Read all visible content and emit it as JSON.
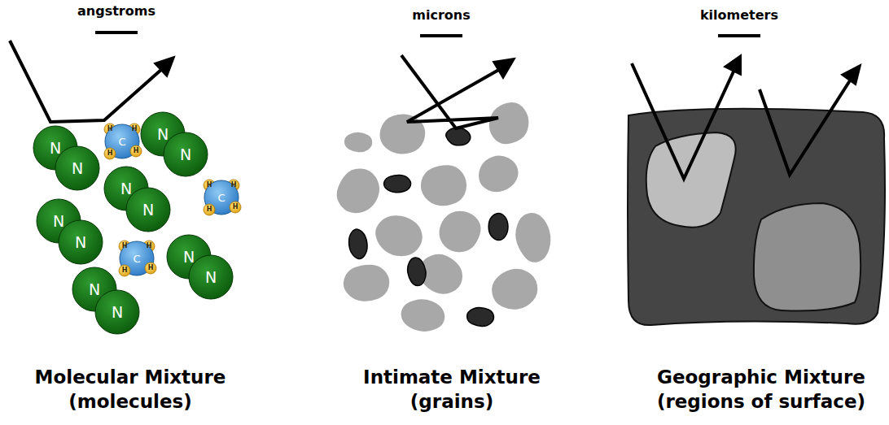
{
  "diagram": {
    "labels": [
      "angstroms",
      "microns",
      "kilometers",
      "N",
      "N",
      "N",
      "N",
      "N",
      "N",
      "N",
      "N",
      "N",
      "N",
      "N",
      "N",
      "C",
      "C",
      "C",
      "H",
      "H",
      "H",
      "H",
      "H",
      "H",
      "H",
      "H",
      "H",
      "H",
      "H",
      "H",
      "Molecular Mixture (molecules)",
      "Intimate Mixture (grains)",
      "Geographic Mixture (regions of surface)"
    ]
  }
}
